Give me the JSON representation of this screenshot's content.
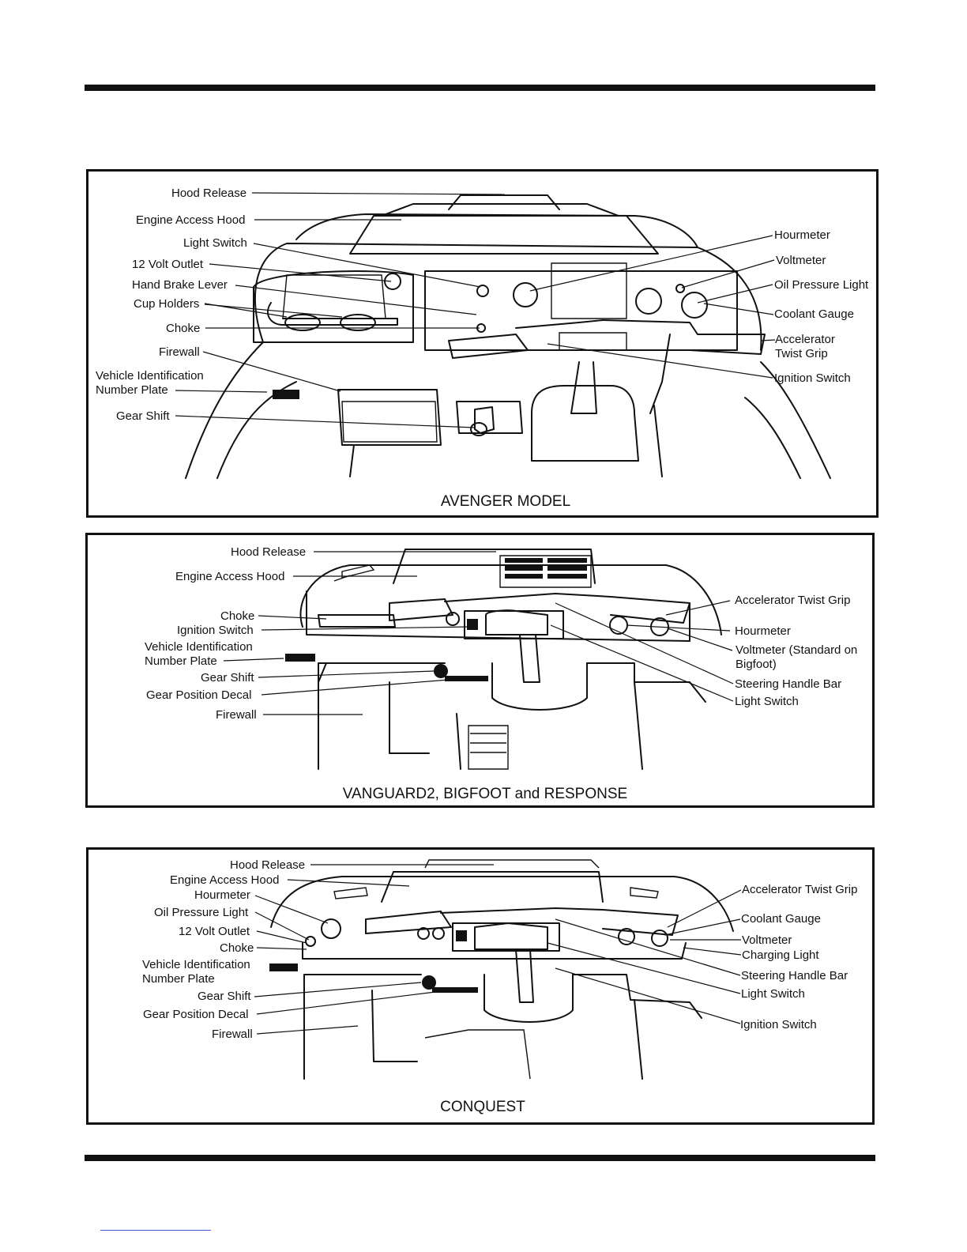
{
  "page": {
    "panels": [
      {
        "id": "avenger",
        "caption": "AVENGER MODEL",
        "labels_left": [
          "Hood Release",
          "Engine Access Hood",
          "Light Switch",
          "12 Volt Outlet",
          "Hand Brake Lever",
          "Cup Holders",
          "Choke",
          "Firewall",
          "Vehicle Identification",
          "Number Plate",
          "Gear Shift"
        ],
        "labels_right": [
          "Hourmeter",
          "Voltmeter",
          "Oil Pressure Light",
          "Coolant Gauge",
          "Accelerator",
          "Twist Grip",
          "Ignition Switch"
        ]
      },
      {
        "id": "vanguard",
        "caption": "VANGUARD2, BIGFOOT and RESPONSE",
        "labels_left": [
          "Hood Release",
          "Engine Access Hood",
          "Choke",
          "Ignition Switch",
          "Vehicle Identification",
          "Number Plate",
          "Gear Shift",
          "Gear Position Decal",
          "Firewall"
        ],
        "labels_right": [
          "Accelerator Twist Grip",
          "Hourmeter",
          "Voltmeter (Standard on",
          "Bigfoot)",
          "Steering Handle Bar",
          "Light Switch"
        ]
      },
      {
        "id": "conquest",
        "caption": "CONQUEST",
        "labels_left": [
          "Hood Release",
          "Engine Access Hood",
          "Hourmeter",
          "Oil Pressure Light",
          "12 Volt Outlet",
          "Choke",
          "Vehicle Identification",
          "Number Plate",
          "Gear Shift",
          "Gear Position Decal",
          "Firewall"
        ],
        "labels_right": [
          "Accelerator Twist Grip",
          "Coolant Gauge",
          "Voltmeter",
          "Charging Light",
          "Steering Handle Bar",
          "Light Switch",
          "Ignition Switch"
        ]
      }
    ]
  }
}
